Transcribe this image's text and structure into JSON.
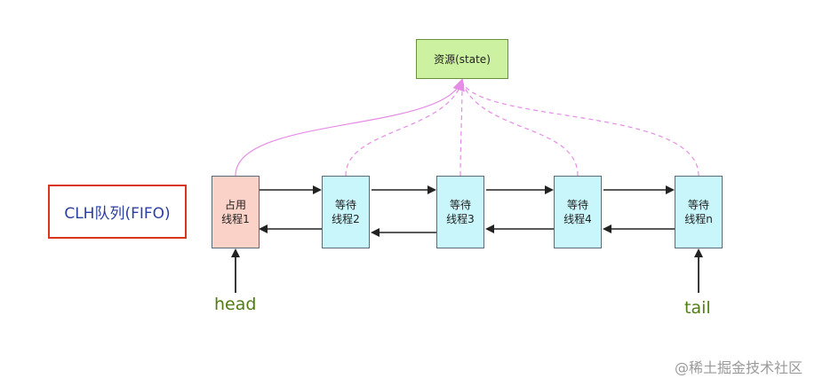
{
  "resource": {
    "label": "资源(state)"
  },
  "queue_label": "CLH队列(FIFO)",
  "nodes": [
    {
      "line1": "占用",
      "line2": "线程1"
    },
    {
      "line1": "等待",
      "line2": "线程2"
    },
    {
      "line1": "等待",
      "line2": "线程3"
    },
    {
      "line1": "等待",
      "line2": "线程4"
    },
    {
      "line1": "等待",
      "line2": "线程n"
    }
  ],
  "head_label": "head",
  "tail_label": "tail",
  "watermark": "@稀土掘金技术社区",
  "colors": {
    "occupied_fill": "#fbd2c8",
    "waiting_fill": "#c8f6fb",
    "resource_fill": "#ccf1a0",
    "queue_border": "#d9351d",
    "pointer_label": "#4f7d12",
    "resource_link": "#e58ce6"
  }
}
